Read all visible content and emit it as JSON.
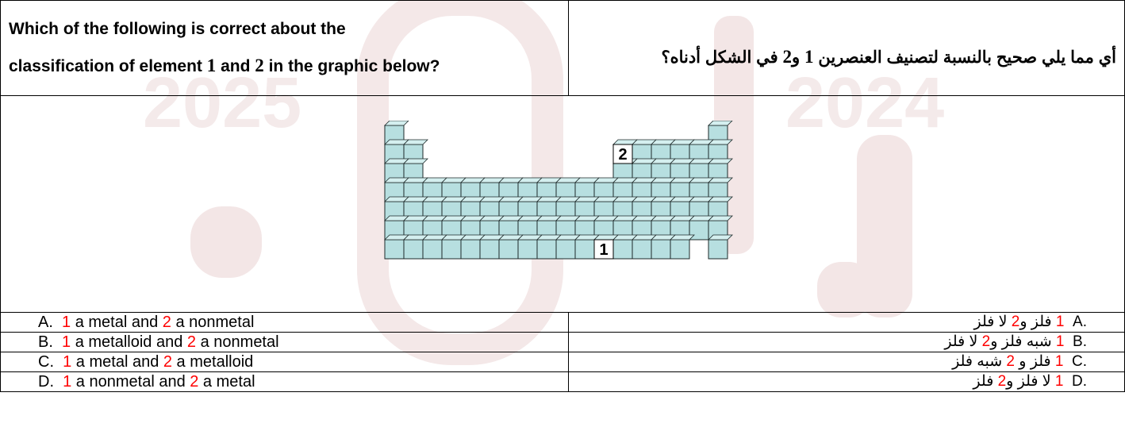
{
  "question": {
    "en_line1": "Which of the following is correct about the",
    "en_line2_pre": "classification of element ",
    "en_num1": "1",
    "en_and": " and ",
    "en_num2": "2",
    "en_line2_post": " in the graphic below?",
    "ar_pre": "أي مما يلي صحيح بالنسبة لتصنيف العنصرين ",
    "ar_num1": "1",
    "ar_and": " و",
    "ar_num2": "2",
    "ar_post": " في الشكل أدناه؟"
  },
  "figure": {
    "element1_label": "1",
    "element2_label": "2",
    "cell_color": "#b7dfe0"
  },
  "options": [
    {
      "en_letter": "A.",
      "en_n1": "1",
      "en_mid": " a metal and ",
      "en_n2": "2",
      "en_end": " a nonmetal",
      "ar_letter": "A.",
      "ar_n1": "1",
      "ar_mid": " فلز و",
      "ar_n2": "2",
      "ar_end": " لا فلز"
    },
    {
      "en_letter": "B.",
      "en_n1": "1",
      "en_mid": " a metalloid and ",
      "en_n2": "2",
      "en_end": " a nonmetal",
      "ar_letter": "B.",
      "ar_n1": "1",
      "ar_mid": " شبه فلز و",
      "ar_n2": "2",
      "ar_end": " لا فلز"
    },
    {
      "en_letter": "C.",
      "en_n1": "1",
      "en_mid": " a metal and ",
      "en_n2": "2",
      "en_end": " a metalloid",
      "ar_letter": "C.",
      "ar_n1": "1",
      "ar_mid": " فلز و ",
      "ar_n2": "2",
      "ar_end": " شبه فلز"
    },
    {
      "en_letter": "D.",
      "en_n1": "1",
      "en_mid": " a nonmetal and ",
      "en_n2": "2",
      "en_end": " a metal",
      "ar_letter": "D.",
      "ar_n1": "1",
      "ar_mid": " لا فلز و",
      "ar_n2": "2",
      "ar_end": " فلز"
    }
  ],
  "watermark": {
    "left_year": "2025",
    "right_year": "2024"
  }
}
